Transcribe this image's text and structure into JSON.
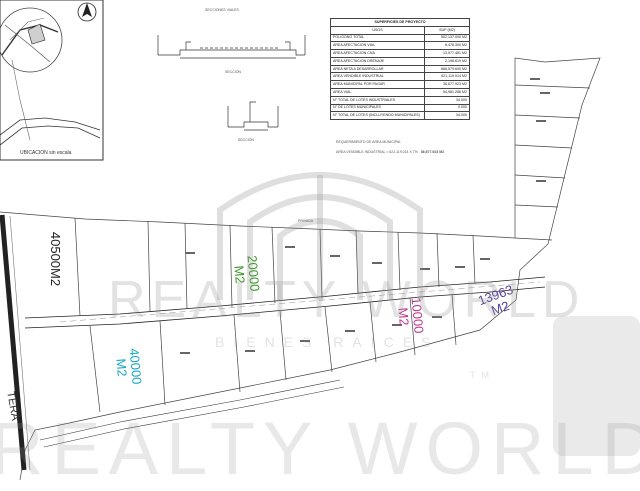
{
  "location_label": "UBICACION",
  "location_scale": "sin escala",
  "sections": {
    "title": "SECCIONES VIALES",
    "top_caption": "SECCIÓN",
    "bottom_caption": "SECCIÓN"
  },
  "summary_table": {
    "title": "SUPERFICIES DE PROYECTO",
    "head": [
      "USOS",
      "SUP (M2)"
    ],
    "rows": [
      [
        "POLIGONO TOTAL",
        "502,137.000 M2"
      ],
      [
        "AREA AFECTACION VIAL",
        "8,478.300 M2"
      ],
      [
        "AREA AFECTACION CNA",
        "13,977.481 M2"
      ],
      [
        "AREA AFECTACION DRENAJE",
        "2,196.619 M2"
      ],
      [
        "AREA NETA A DESARROLLAR",
        "666,579.600 M2"
      ],
      [
        "AREA VENDIBLE INDUSTRIAL",
        "621,119.014 M2"
      ],
      [
        "AREA MUNICIPAL POR PAGAR",
        "36,677.923 M2"
      ],
      [
        "AREA VIAL",
        "54,981.286 M2"
      ],
      [
        "N° TOTAL DE LOTES INDUSTRIALES",
        "34.000"
      ],
      [
        "N° DE LOTES MUNICIPALES",
        "0.000"
      ],
      [
        "N° TOTAL DE LOTES (INCLUYENDO MUNICIPALES)",
        "34.000"
      ]
    ]
  },
  "municipal_requirement": {
    "title": "REQUERIMIENTO DE AREA MUNICIPAL",
    "line": "AREA VENDIBLE INDUSTRIAL = 621,119.014  X  7%",
    "result": "36,677.923 M2"
  },
  "road_label": "PRIVADA",
  "left_road_label": "TERA",
  "area_labels": {
    "a40500": {
      "value": "40500",
      "unit": "M2",
      "color": "#222222"
    },
    "a20000": {
      "value": "20000",
      "unit": "M2",
      "color": "#3a9a2a"
    },
    "a40000": {
      "value": "40000",
      "unit": "M2",
      "color": "#19a9c9"
    },
    "a10000": {
      "value": "10000",
      "unit": "M2",
      "color": "#c0398f"
    },
    "a13963": {
      "value": "13963",
      "unit": "M2",
      "color": "#5a3f9c"
    }
  },
  "watermark": {
    "brand": "REALTY WORLD",
    "tag": "BIENES RAICES",
    "registered": "TM"
  },
  "colors": {
    "line": "#333333",
    "road_edge": "#222222",
    "watermark": "#9a9a9a"
  }
}
